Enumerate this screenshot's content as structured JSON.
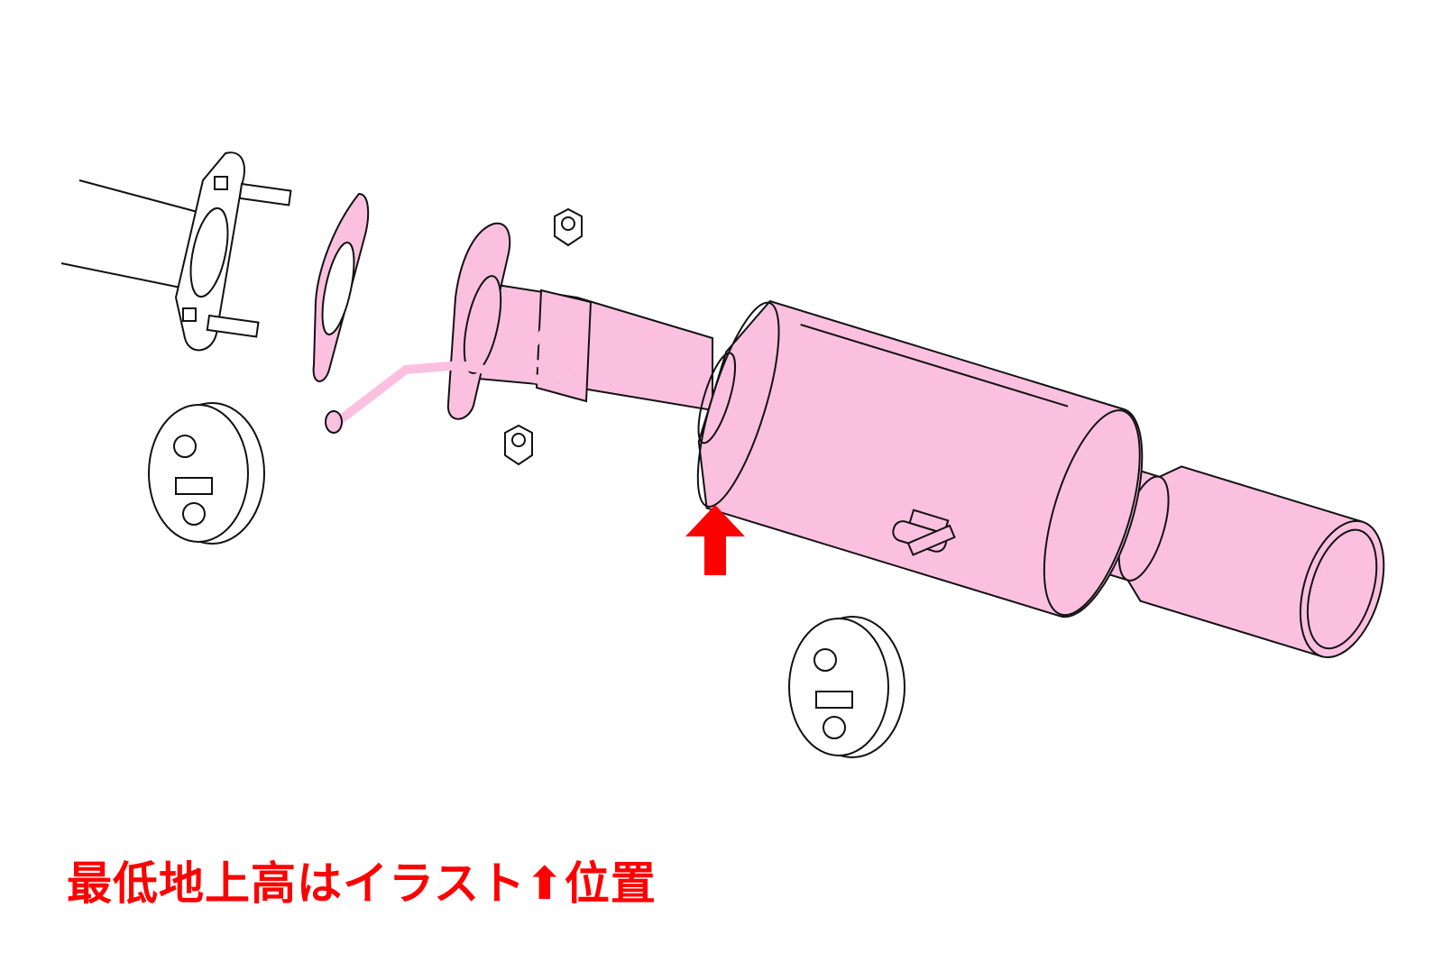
{
  "caption": {
    "text": "最低地上高はイラスト⬆位置",
    "color": "#ff0000"
  },
  "colors": {
    "product_fill": "#fbc0e0",
    "outline": "#111111",
    "arrow": "#ff0000"
  },
  "parts": [
    "front-pipe",
    "flange-with-studs",
    "gasket",
    "inlet-flange",
    "inlet-pipe",
    "sensor-pipe",
    "muffler-body",
    "tail-pipe",
    "flange-nut",
    "rubber-hanger"
  ]
}
